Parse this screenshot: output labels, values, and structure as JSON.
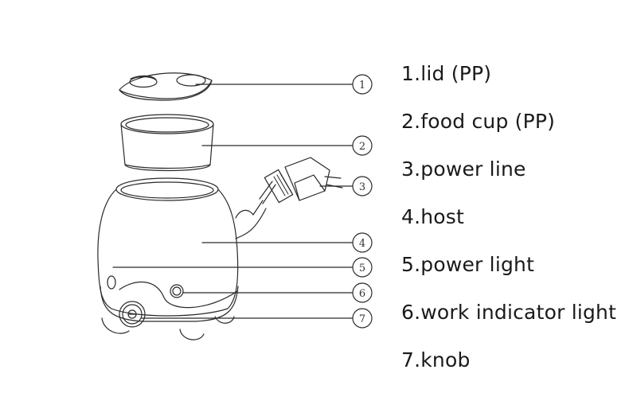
{
  "legend": [
    "1.lid (PP)",
    "2.food cup (PP)",
    "3.power line",
    "4.host",
    "5.power light",
    "6.work indicator light",
    "7.knob"
  ],
  "callouts": [
    "1",
    "2",
    "3",
    "4",
    "5",
    "6",
    "7"
  ],
  "colors": {
    "line": "#2a2a2a",
    "text": "#1a1a1a"
  }
}
